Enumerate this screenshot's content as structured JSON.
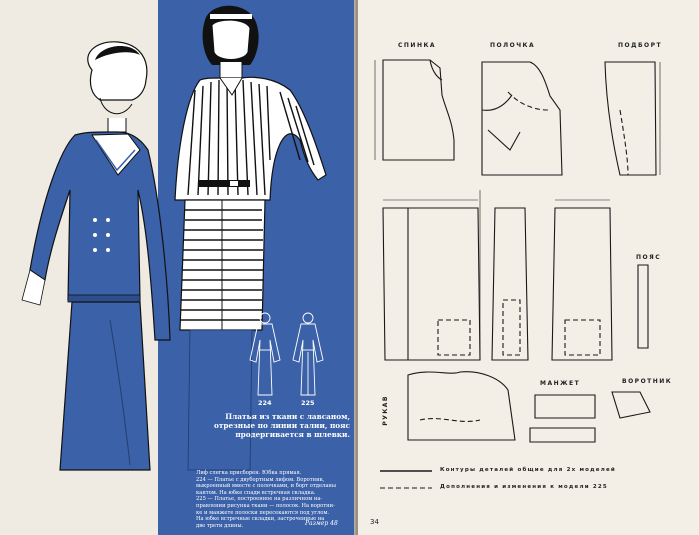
{
  "left_page": {
    "caption": "Платья из ткани с лавсаном, отрезные по линии талии, пояс продергивается в шлевки.",
    "description_lines": [
      "Лиф слегка присборен. Юбка прямая.",
      "224 — Платье с двубортным лифом. Воротник,",
      "выкроенный вместе с полочками, и борт отделаны",
      "кантом. На юбке спади встречная складка.",
      "225 — Платье, построенное на различном на-",
      "правлении рисунка ткани — полосок. На воротни-",
      "ке и манжете полоски пересекаются под углом.",
      "На юбке встречные складки, застроченные на",
      "две трети длины."
    ],
    "size_label": "Размер 48",
    "figure_numbers": [
      "224",
      "225"
    ]
  },
  "right_page": {
    "page_number": "34",
    "piece_labels": {
      "back": "СПИНКА",
      "front": "ПОЛОЧКА",
      "facing": "ПОДБОРТ",
      "belt": "ПОЯС",
      "cuff": "МАНЖЕТ",
      "collar": "ВОРОТНИК",
      "sleeve": "РУКАВ"
    },
    "legend": {
      "solid": "Контуры деталей общие для 2х моделей",
      "dashed": "Дополнения и изменения к модели 225"
    }
  },
  "colors": {
    "page_blue": "#3b61a8",
    "paper": "#efebe2",
    "ink": "#1a1a1a"
  }
}
